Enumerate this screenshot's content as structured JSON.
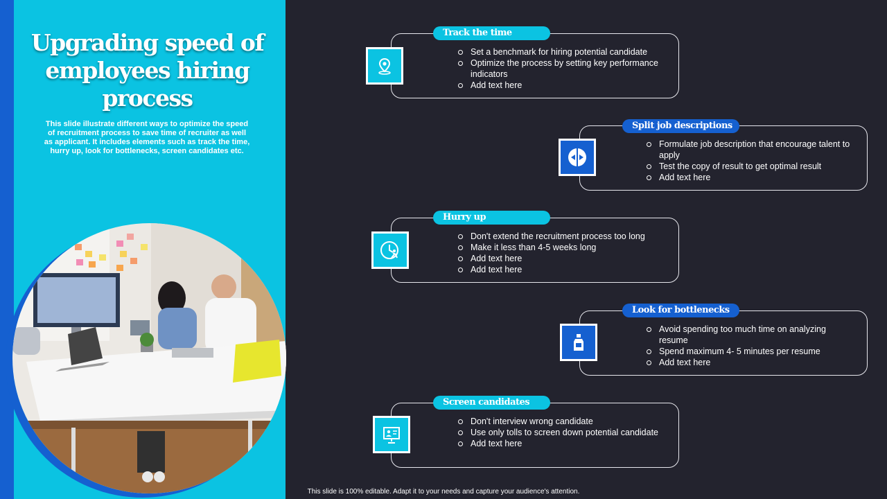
{
  "slide": {
    "title": "Upgrading speed of employees hiring process",
    "description": "This slide illustrate different ways to optimize the speed of recruitment process to save time of recruiter as well as applicant. It includes elements such as track the time, hurry up, look for bottlenecks, screen candidates etc.",
    "footer": "This slide is 100% editable. Adapt it to your needs and capture your audience's attention."
  },
  "colors": {
    "cyan": "#0bc3e2",
    "blue": "#1560d0",
    "background": "#23232e"
  },
  "cards": [
    {
      "heading": "Track the time",
      "icon": "location-pin-icon",
      "bullets": [
        "Set a benchmark for hiring potential candidate",
        "Optimize the process by setting key performance  indicators",
        "Add text here"
      ]
    },
    {
      "heading": "Split job descriptions",
      "icon": "split-circle-icon",
      "bullets": [
        "Formulate job description that encourage talent to apply",
        "Test the copy of result to get optimal result",
        "Add text here"
      ]
    },
    {
      "heading": "Hurry up",
      "icon": "running-clock-icon",
      "bullets": [
        "Don't extend the recruitment process too long",
        "Make it less than 4-5 weeks long",
        "Add text here",
        "Add text here"
      ]
    },
    {
      "heading": "Look for bottlenecks",
      "icon": "bottle-icon",
      "bullets": [
        "Avoid spending too much time on analyzing resume",
        "Spend maximum 4- 5 minutes per resume",
        "Add text here"
      ]
    },
    {
      "heading": "Screen candidates",
      "icon": "screen-presentation-icon",
      "bullets": [
        "Don't interview  wrong candidate",
        "Use only tolls to screen down potential candidate",
        "Add text here"
      ]
    }
  ]
}
